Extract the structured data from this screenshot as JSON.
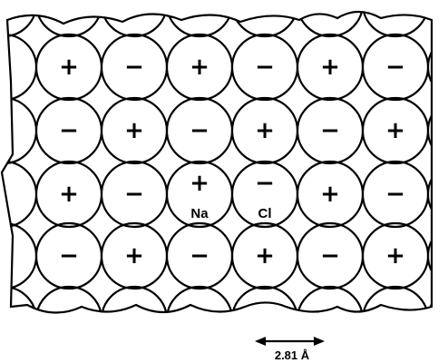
{
  "lattice": {
    "rows": [
      [
        "+",
        "−",
        "+",
        "−",
        "+",
        "−"
      ],
      [
        "−",
        "+",
        "−",
        "+",
        "−",
        "+"
      ],
      [
        "+",
        "−",
        "+",
        "−",
        "+",
        "−"
      ],
      [
        "−",
        "+",
        "−",
        "+",
        "−",
        "+"
      ]
    ],
    "labels": {
      "na": "Na",
      "cl": "Cl"
    }
  },
  "scale_bar": {
    "text": "2.81 Å"
  }
}
